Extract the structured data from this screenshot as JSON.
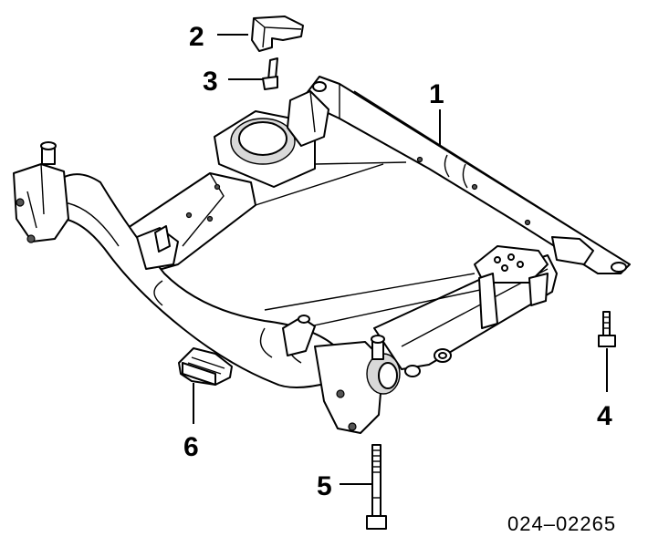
{
  "callouts": [
    {
      "id": "1",
      "label": "1"
    },
    {
      "id": "2",
      "label": "2"
    },
    {
      "id": "3",
      "label": "3"
    },
    {
      "id": "4",
      "label": "4"
    },
    {
      "id": "5",
      "label": "5"
    },
    {
      "id": "6",
      "label": "6"
    }
  ],
  "reference_number": "024–02265"
}
